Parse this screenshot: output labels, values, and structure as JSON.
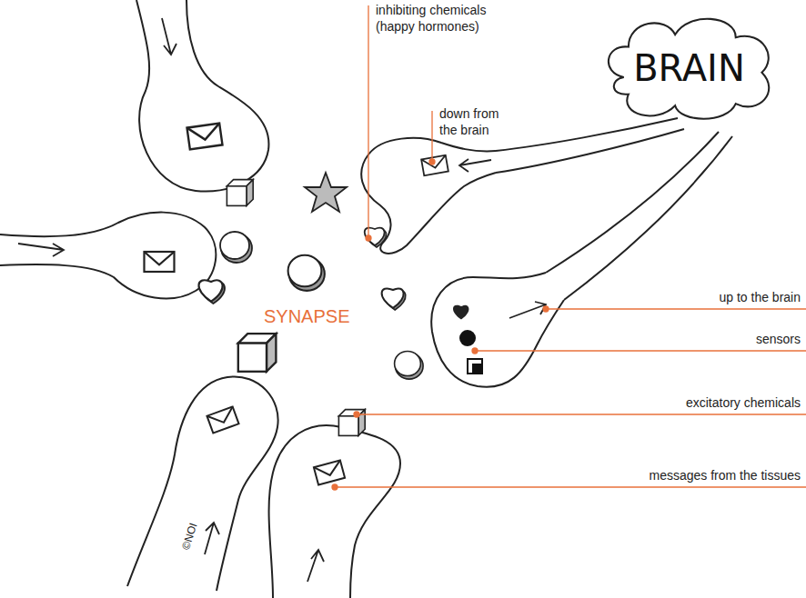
{
  "diagram": {
    "nodes": [
      {
        "text": [
          "BRAIN"
        ]
      }
    ],
    "labels": [
      "inhibiting chemicals (happy hormones)",
      "down from the brain",
      "SYNAPSE",
      "up to the brain",
      "sensors",
      "excitatory chemicals",
      "messages from the tissues",
      "©NOI"
    ]
  }
}
